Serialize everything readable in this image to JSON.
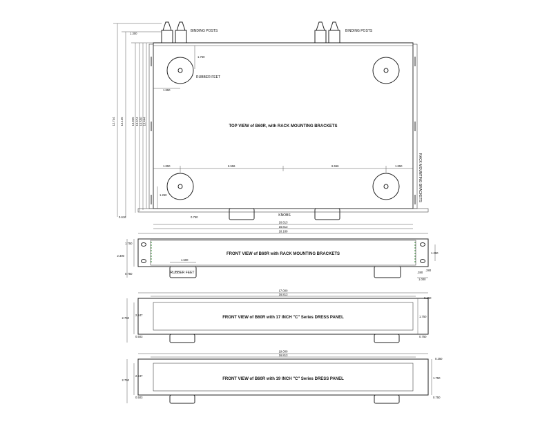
{
  "views": {
    "top": {
      "title": "TOP VIEW of B60R, with RACK MOUNTING BRACKETS",
      "labels": {
        "binding_posts_left": "BINDING POSTS",
        "binding_posts_right": "BINDING POSTS",
        "rubber_feet": "RUBBER FEET",
        "knobs": "KNOBS",
        "rack_brackets": "RACK MOUNTING BRACKETS"
      },
      "dims": {
        "post_offset": "1.300",
        "feet_offset": "1.750",
        "feet_side": "1.850",
        "span_1850_l": "1.850",
        "span_6556_l": "6.556",
        "span_6556_r": "6.556",
        "span_1850_r": "1.850",
        "feet_bottom": "1.250",
        "knob_offset": "0.750",
        "bottom_gap": "0.616",
        "h1": "12.744",
        "h2": "12.125",
        "h3": "10.825",
        "h4": "10.574",
        "h5": "10.550",
        "h6": "10.444",
        "w_a": "16.813",
        "w_b": "16.813",
        "w_c": "18.189"
      }
    },
    "front_rack": {
      "title": "FRONT VIEW of B60R with RACK MOUNTING BRACKETS",
      "labels": {
        "rubber_feet": "RUBBER FEET"
      },
      "dims": {
        "d1750": "1.750",
        "d2300": "2.300",
        "d0750": "0.750",
        "d1500": "1.500",
        "r1250": "1.250",
        "r0280": ".280",
        "r0380": ".380",
        "r1000": "1.000"
      }
    },
    "front_17": {
      "title": "FRONT VIEW of B60R with 17 INCH \"C\" Series DRESS PANEL",
      "dims": {
        "w_outer": "17.000",
        "w_inner": "16.813",
        "top": "0.250",
        "h_inner": "2.247",
        "h_outer": "2.750",
        "right_h": "1.750",
        "bottom_l": "0.503",
        "bottom_r": "0.750"
      }
    },
    "front_19": {
      "title": "FRONT VIEW of B60R with 19 INCH \"C\" Series DRESS PANEL",
      "dims": {
        "w_outer": "19.000",
        "w_inner": "16.813",
        "top": "0.250",
        "h_inner": "2.247",
        "h_outer": "2.750",
        "right_h": "1.750",
        "bottom_l": "0.503",
        "bottom_r": "0.750"
      }
    }
  },
  "colors": {
    "line": "#222222",
    "accent_green": "#5aa05a"
  }
}
